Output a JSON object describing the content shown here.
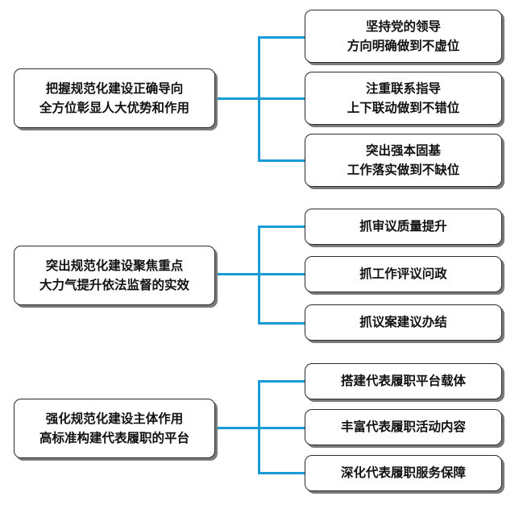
{
  "groups": [
    {
      "main": [
        "把握规范化建设正确导向",
        "全方位彰显人大优势和作用"
      ],
      "subs": [
        [
          "坚持党的领导",
          "方向明确做到不虚位"
        ],
        [
          "注重联系指导",
          "上下联动做到不错位"
        ],
        [
          "突出强本固基",
          "工作落实做到不缺位"
        ]
      ]
    },
    {
      "main": [
        "突出规范化建设聚焦重点",
        "大力气提升依法监督的实效"
      ],
      "subs": [
        [
          "抓审议质量提升"
        ],
        [
          "抓工作评议问政"
        ],
        [
          "抓议案建议办结"
        ]
      ]
    },
    {
      "main": [
        "强化规范化建设主体作用",
        "高标准构建代表履职的平台"
      ],
      "subs": [
        [
          "搭建代表履职平台载体"
        ],
        [
          "丰富代表履职活动内容"
        ],
        [
          "深化代表履职服务保障"
        ]
      ]
    }
  ],
  "colors": {
    "connector": "#1a9ad6",
    "border": "#2b2b2b",
    "shadow": "#7a7a7a"
  }
}
